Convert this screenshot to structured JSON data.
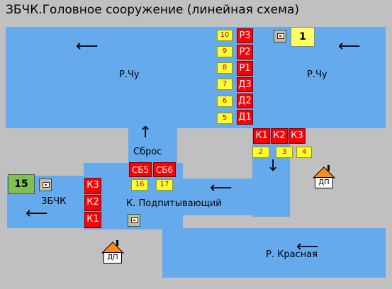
{
  "title": "ЗБЧК.Головное сооружение (линейная схема)",
  "labels": {
    "river_chu_left": "Р.Чу",
    "river_chu_right": "Р.Чу",
    "sbros": "Сброс",
    "zbchk": "ЗБЧК",
    "k_podpit": "К. Подпитывающий",
    "river_krasnaya": "Р. Красная"
  },
  "gates_dam": [
    "Р3",
    "Р2",
    "Р1",
    "Д3",
    "Д2",
    "Д1"
  ],
  "gates_dam_nums": [
    "10",
    "9",
    "8",
    "7",
    "6",
    "5"
  ],
  "gates_k": [
    "К1",
    "К2",
    "К3"
  ],
  "gates_k_nums": [
    "2",
    "3",
    "4"
  ],
  "gates_sb": [
    "СБ5",
    "СБ6"
  ],
  "gates_sb_nums": [
    "16",
    "17"
  ],
  "gates_zbchk": [
    "К3",
    "К2",
    "К1"
  ],
  "station_1": "1",
  "station_15": "15",
  "dp_label": "ДП",
  "arrows": {
    "left": "⟵",
    "up": "↑",
    "down": "↓"
  },
  "colors": {
    "water": "#66aaee",
    "gate": "#ff0000",
    "num": "#ffff33",
    "station_green": "#80c050"
  }
}
